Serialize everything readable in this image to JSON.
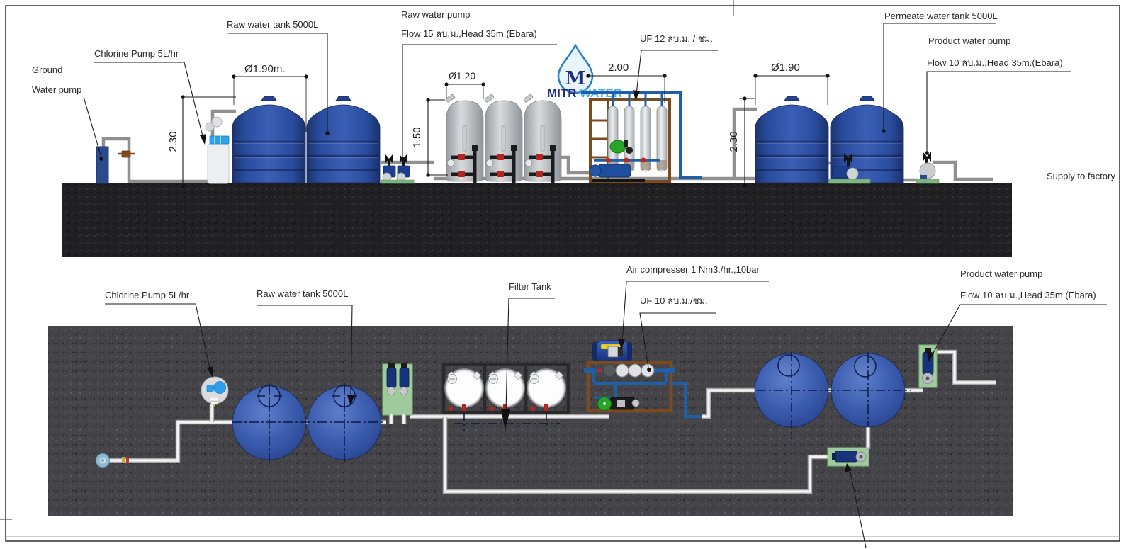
{
  "colors": {
    "tank_blue": "#2b4a9c",
    "pipe_blue": "#1f5fa8",
    "frame_brown": "#7b4b20",
    "pad_green": "#9fca9b",
    "valve_green": "#28a428",
    "logo_navy": "#1c2f80",
    "logo_cyan": "#45b1e8"
  },
  "elevation": {
    "labels": {
      "ground": "Ground",
      "water_pump": "Water pump",
      "chlorine_pump": "Chlorine Pump 5L/hr",
      "raw_tank": "Raw water tank 5000L",
      "raw_pump_title": "Raw water pump",
      "raw_pump_spec": "Flow 15 ลบ.ม.,Head 35m.(Ebara)",
      "uf": "UF 12 ลบ.ม. / ชม.",
      "permeate_tank": "Permeate water tank 5000L",
      "product_pump_title": "Product water pump",
      "product_pump_spec": "Flow 10 ลบ.ม.,Head 35m.(Ebara)",
      "supply": "Supply to factory"
    },
    "dimensions": {
      "raw_tank_diameter": "Ø1.90m.",
      "raw_tank_height": "2.30",
      "filter_diameter": "Ø1.20",
      "filter_height": "1.50",
      "uf_width": "2.00",
      "permeate_diameter": "Ø1.90",
      "permeate_height": "2.30"
    }
  },
  "plan": {
    "labels": {
      "chlorine_pump": "Chlorine Pump 5L/hr",
      "raw_tank": "Raw water tank 5000L",
      "filter_tank": "Filter Tank",
      "air_compressor": "Air compresser 1 Nm3./hr.,10bar",
      "uf": "UF 10 ลบ.ม./ชม.",
      "product_pump_title": "Product water pump",
      "product_pump_spec": "Flow 10 ลบ.ม.,Head 35m.(Ebara)"
    }
  },
  "logo": {
    "monogram": "M",
    "brand_primary": "MITR",
    "brand_secondary": "WATER"
  }
}
